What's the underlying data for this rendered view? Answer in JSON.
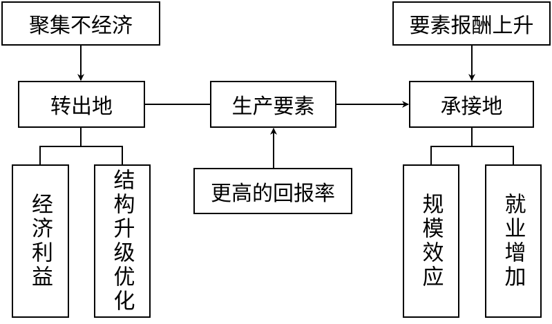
{
  "nodes": {
    "agglomeration_diseconomy": "聚集不经济",
    "factor_return_rise": "要素报酬上升",
    "origin": "转出地",
    "production_factors": "生产要素",
    "destination": "承接地",
    "higher_return": "更高的回报率",
    "economic_benefit": "经济利益",
    "structural_upgrade": "结构升级优化",
    "scale_effect": "规模效应",
    "employment_increase": "就业增加"
  }
}
